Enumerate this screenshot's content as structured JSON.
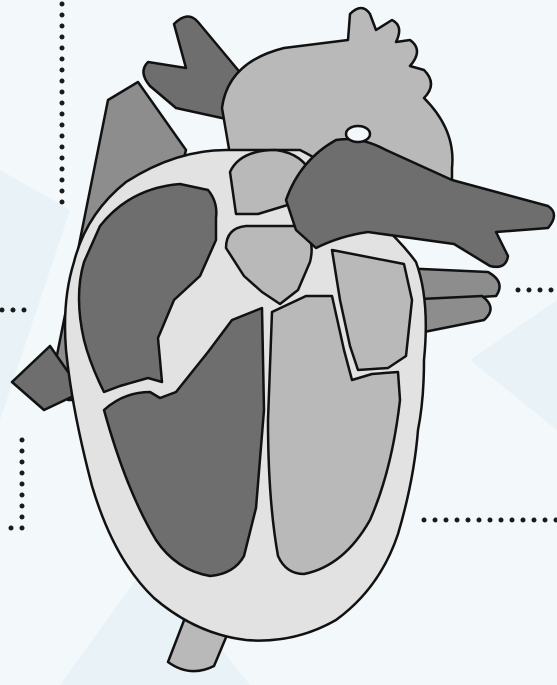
{
  "diagram": {
    "subject": "heart-cross-section",
    "labels": [],
    "leader_lines": [
      {
        "name": "leader-top-left-vertical",
        "style": "dotted"
      },
      {
        "name": "leader-left-horizontal",
        "style": "dotted"
      },
      {
        "name": "leader-bottom-left-elbow",
        "style": "dotted"
      },
      {
        "name": "leader-right-upper",
        "style": "dotted"
      },
      {
        "name": "leader-right-lower",
        "style": "dotted"
      }
    ]
  },
  "colors": {
    "background": "#f3f8fb",
    "background_shape": "#e8f2f7",
    "outline": "#111111",
    "wall_light": "#e2e2e2",
    "chamber_dark": "#6e6e6e",
    "chamber_mid": "#8d8d8d",
    "vessel_light": "#b9b9b9",
    "leader": "#1a1a1a"
  }
}
